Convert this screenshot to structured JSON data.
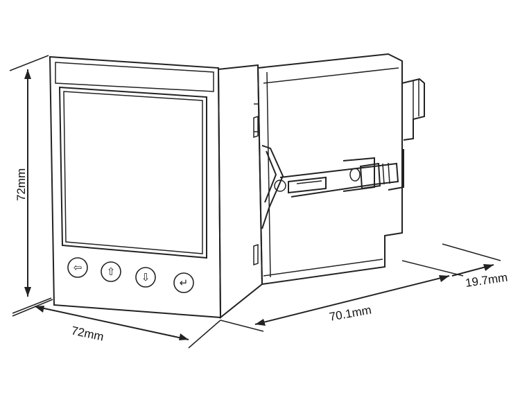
{
  "dimensions": {
    "height_label": "72mm",
    "width_label": "72mm",
    "depth_label": "70.1mm",
    "terminal_depth_label": "19.7mm"
  },
  "front_panel": {
    "buttons": [
      {
        "name": "left-button",
        "glyph": "⇦",
        "icon": "left-arrow-icon"
      },
      {
        "name": "up-button",
        "glyph": "⇧",
        "icon": "up-arrow-icon"
      },
      {
        "name": "down-button",
        "glyph": "⇩",
        "icon": "down-arrow-icon"
      },
      {
        "name": "enter-button",
        "glyph": "↵",
        "icon": "enter-icon"
      }
    ]
  },
  "colors": {
    "stroke": "#222222",
    "background": "#ffffff"
  }
}
